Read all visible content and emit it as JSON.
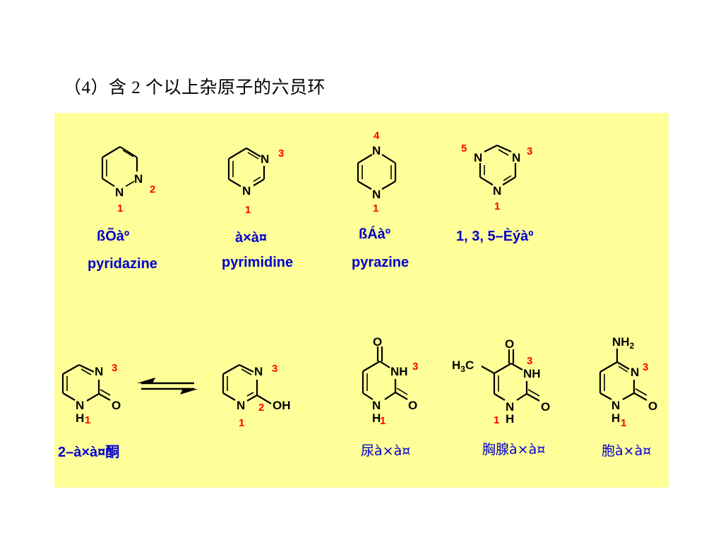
{
  "title": "（4）含 2 个以上杂原子的六员环",
  "colors": {
    "panel": "#ffff99",
    "caption": "#0000cc",
    "numbering": "#ff0000",
    "structure": "#000000"
  },
  "compounds": [
    {
      "atoms": [
        "N",
        "N"
      ],
      "numbers": [
        "1",
        "2"
      ],
      "cn": "ßÕàº",
      "en": "pyridazine"
    },
    {
      "atoms": [
        "N",
        "N"
      ],
      "numbers": [
        "3",
        "1"
      ],
      "cn": "à×à¤",
      "en": "pyrimidine"
    },
    {
      "atoms": [
        "N",
        "N"
      ],
      "numbers": [
        "4",
        "1"
      ],
      "cn": "ßÁàº",
      "en": "pyrazine"
    },
    {
      "atoms": [
        "N",
        "N",
        "N"
      ],
      "numbers": [
        "5",
        "3",
        "1"
      ],
      "cn": "1, 3, 5–Èýàº",
      "en": ""
    },
    {
      "atoms": [
        "N",
        "N",
        "H",
        "O"
      ],
      "numbers": [
        "3",
        "1"
      ],
      "cn": "2–à×à¤酮",
      "en": ""
    },
    {
      "atoms": [
        "N",
        "N",
        "OH"
      ],
      "numbers": [
        "3",
        "2",
        "1"
      ],
      "cn": "",
      "en": ""
    },
    {
      "atoms": [
        "O",
        "NH",
        "N",
        "H",
        "O"
      ],
      "numbers": [
        "3",
        "1"
      ],
      "cn": "尿à×à¤",
      "en": ""
    },
    {
      "atoms": [
        "O",
        "H3C",
        "NH",
        "N",
        "H",
        "O"
      ],
      "numbers": [
        "3",
        "1"
      ],
      "cn": "胸腺à×à¤",
      "en": ""
    },
    {
      "atoms": [
        "NH2",
        "N",
        "N",
        "H",
        "O"
      ],
      "numbers": [
        "3",
        "1"
      ],
      "cn": "胞à×à¤",
      "en": ""
    }
  ]
}
